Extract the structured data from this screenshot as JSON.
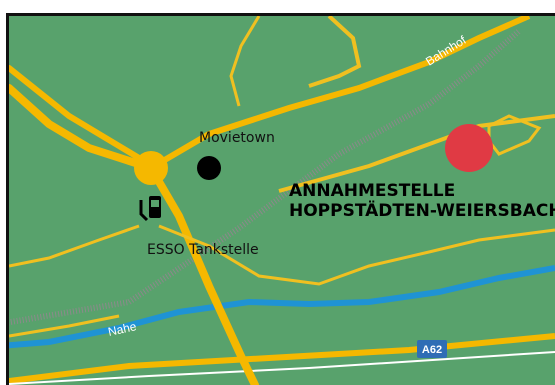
{
  "map": {
    "colors": {
      "land": "#58a26c",
      "road": "#f5b800",
      "road_minor": "#f0c020",
      "river": "#1f93d4",
      "railway": "#8a8a8a",
      "target_marker": "#e03a44",
      "poi_marker": "#000000",
      "motorway_shield": "#2f6db5"
    },
    "labels": {
      "poi_cinema": "Movietown",
      "poi_fuel": "ESSO Tankstelle",
      "street_bahnhof": "Bahnhof",
      "river": "Nahe",
      "motorway": "A62"
    },
    "destination": {
      "line1": "ANNAHMESTELLE",
      "line2": "HOPPSTÄDTEN-WEIERSBACH"
    },
    "icons": {
      "fuel": "fuel-pump-icon",
      "cinema": "poi-dot-icon",
      "destination": "location-dot-icon"
    }
  }
}
